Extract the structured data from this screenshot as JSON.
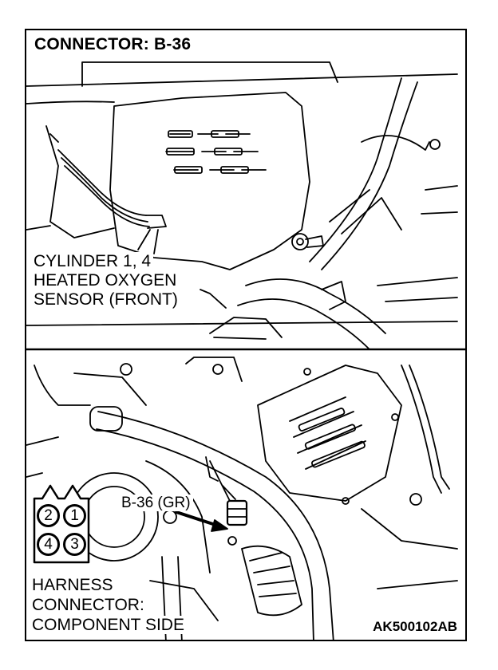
{
  "title": "CONNECTOR: B-36",
  "top_label": [
    "CYLINDER 1, 4",
    "HEATED OXYGEN",
    "SENSOR (FRONT)"
  ],
  "connector_callout": "B-36 (GR)",
  "pin_numbers": [
    "2",
    "1",
    "4",
    "3"
  ],
  "bottom_label": [
    "HARNESS",
    "CONNECTOR:",
    "COMPONENT SIDE"
  ],
  "figure_code": "AK500102AB"
}
